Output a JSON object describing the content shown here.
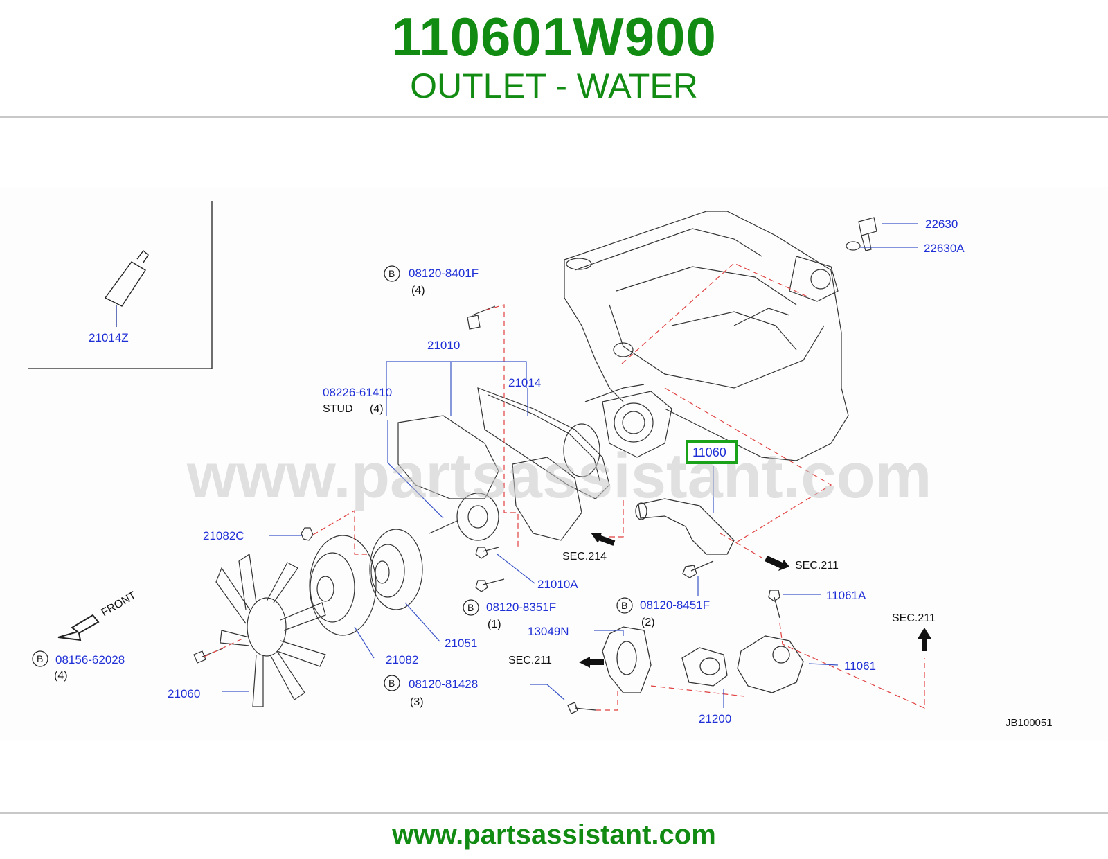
{
  "header": {
    "part_number": "110601W900",
    "part_name": "OUTLET - WATER"
  },
  "diagram": {
    "watermark": "www.partsassistant.com",
    "code": "JB100051",
    "front_label": "FRONT",
    "bolt_marker": "B",
    "highlighted_part": "11060",
    "callouts": {
      "p21014Z": "21014Z",
      "p22630": "22630",
      "p22630A": "22630A",
      "b_08120_8401F": "08120-8401F",
      "q_8401F": "(4)",
      "p21010": "21010",
      "p21014": "21014",
      "p08226_61410": "08226-61410",
      "stud": "STUD",
      "q_stud": "(4)",
      "p11060": "11060",
      "p21082C": "21082C",
      "sec214": "SEC.214",
      "sec211_a": "SEC.211",
      "p21010A": "21010A",
      "b_08120_8351F": "08120-8351F",
      "q_8351F": "(1)",
      "b_08120_8451F": "08120-8451F",
      "q_8451F": "(2)",
      "p11061A": "11061A",
      "p13049N": "13049N",
      "sec211_b": "SEC.211",
      "p21051": "21051",
      "p21082": "21082",
      "b_08156_62028": "08156-62028",
      "q_62028": "(4)",
      "sec211_c": "SEC.211",
      "p11061": "11061",
      "b_08120_81428": "08120-81428",
      "q_81428": "(3)",
      "p21060": "21060",
      "p21200": "21200"
    }
  },
  "footer": {
    "url": "www.partsassistant.com"
  }
}
